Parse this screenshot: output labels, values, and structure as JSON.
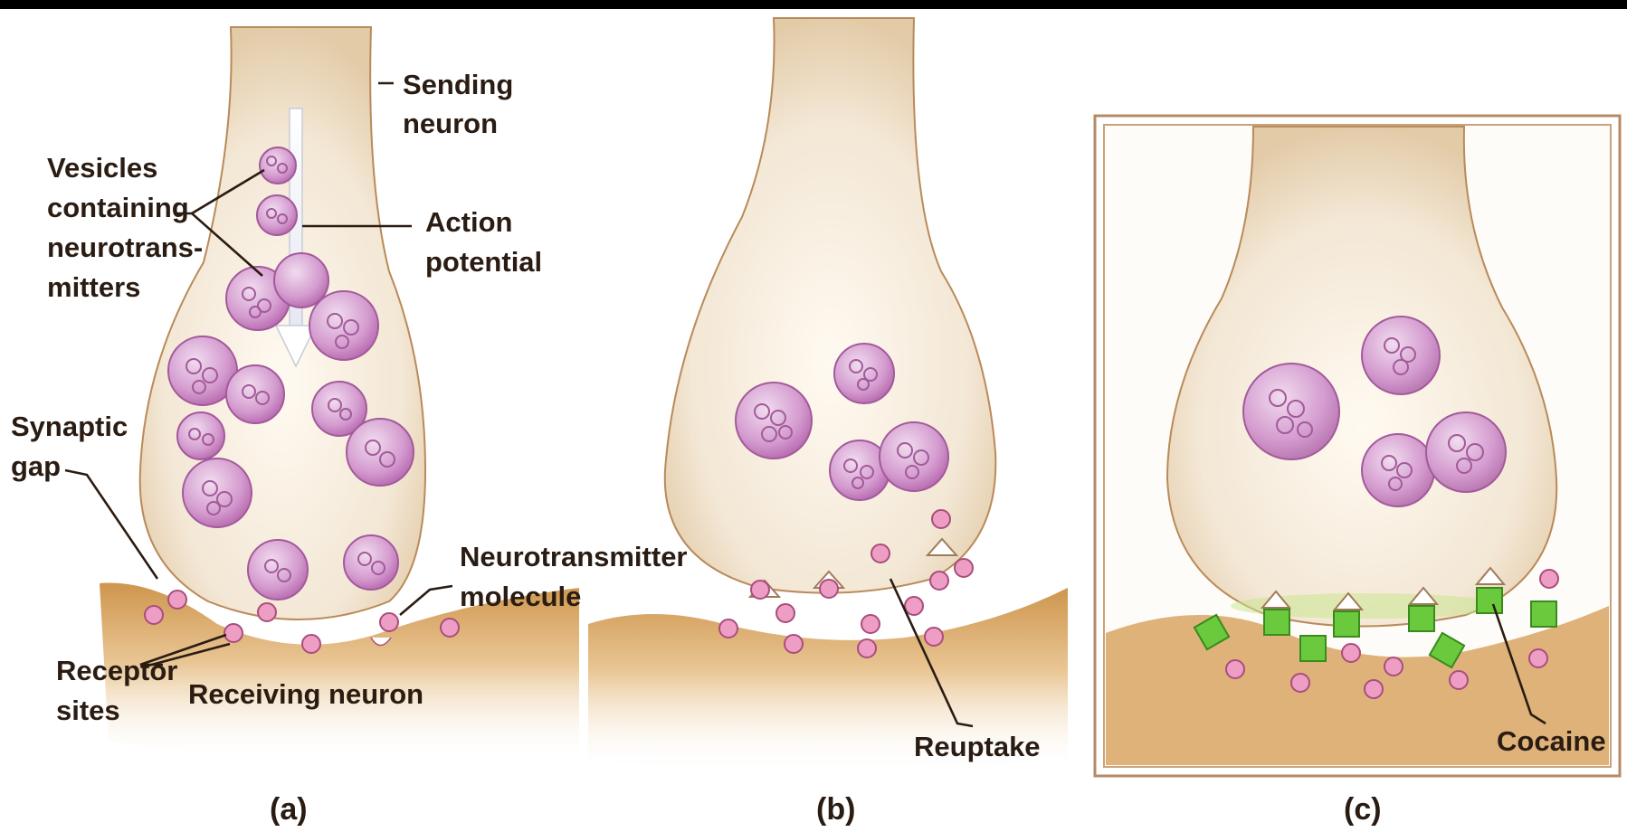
{
  "figure": {
    "panels": [
      {
        "id": "a",
        "label": "(a)"
      },
      {
        "id": "b",
        "label": "(b)"
      },
      {
        "id": "c",
        "label": "(c)"
      }
    ],
    "labels": {
      "sending_1": "Sending",
      "sending_2": "neuron",
      "vesicles_1": "Vesicles",
      "vesicles_2": "containing",
      "vesicles_3": "neurotrans-",
      "vesicles_4": "mitters",
      "action_1": "Action",
      "action_2": "potential",
      "synaptic_1": "Synaptic",
      "synaptic_2": "gap",
      "nt_1": "Neurotransmitter",
      "nt_2": "molecule",
      "receptor_1": "Receptor",
      "receptor_2": "sites",
      "receiving": "Receiving neuron",
      "reuptake": "Reuptake",
      "cocaine": "Cocaine"
    },
    "colors": {
      "background": "#000000",
      "neuron_body": "#f4eadb",
      "receiving_neuron": "#d9a45a",
      "vesicle": "#cc80c0",
      "molecule": "#e27aa8",
      "cocaine": "#66c23a",
      "label_text": "#2a1c12"
    }
  }
}
